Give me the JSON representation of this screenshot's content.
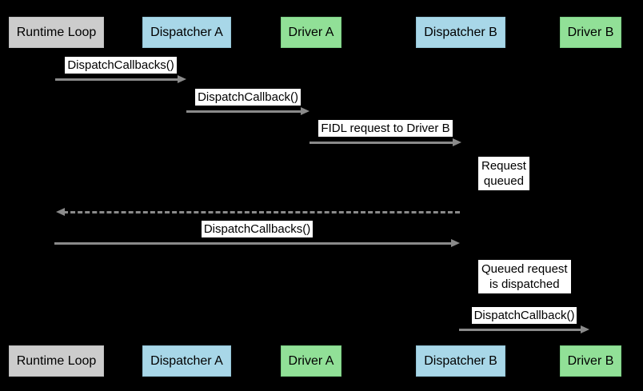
{
  "diagram": {
    "type": "sequence-diagram",
    "background_color": "#000000",
    "arrow_color": "#8a8a8a",
    "label_bg_color": "#ffffff",
    "actor_colors": {
      "runtime_loop": "#cccccc",
      "dispatcher": "#a8d7e8",
      "driver": "#91e097"
    },
    "actors": [
      {
        "id": "runtime-loop",
        "label": "Runtime Loop",
        "type": "runtime"
      },
      {
        "id": "dispatcher-a",
        "label": "Dispatcher A",
        "type": "dispatcher"
      },
      {
        "id": "driver-a",
        "label": "Driver A",
        "type": "driver"
      },
      {
        "id": "dispatcher-b",
        "label": "Dispatcher B",
        "type": "dispatcher"
      },
      {
        "id": "driver-b",
        "label": "Driver B",
        "type": "driver"
      }
    ],
    "messages": [
      {
        "label": "DispatchCallbacks()",
        "from": "Runtime Loop",
        "to": "Dispatcher A",
        "style": "solid"
      },
      {
        "label": "DispatchCallback()",
        "from": "Dispatcher A",
        "to": "Driver A",
        "style": "solid"
      },
      {
        "label": "FIDL request to Driver B",
        "from": "Driver A",
        "to": "Dispatcher B",
        "style": "solid"
      },
      {
        "label": "",
        "from": "Dispatcher B",
        "to": "Runtime Loop",
        "style": "dashed"
      },
      {
        "label": "DispatchCallbacks()",
        "from": "Runtime Loop",
        "to": "Dispatcher B",
        "style": "solid"
      },
      {
        "label": "DispatchCallback()",
        "from": "Dispatcher B",
        "to": "Driver B",
        "style": "solid"
      }
    ],
    "notes": [
      {
        "line1": "Request",
        "line2": "queued",
        "near": "Dispatcher B"
      },
      {
        "line1": "Queued request",
        "line2": "is dispatched",
        "near": "Dispatcher B"
      }
    ]
  }
}
